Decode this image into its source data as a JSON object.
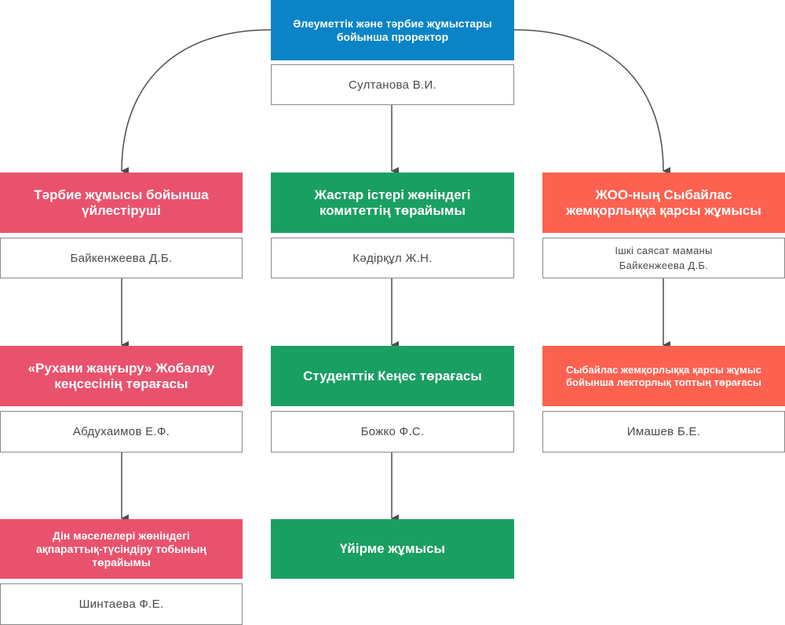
{
  "colors": {
    "top": "#0a84c6",
    "left": "#e9526d",
    "middle": "#1a9f62",
    "right": "#fd6150",
    "connector": "#4d4d4d"
  },
  "top": {
    "title": "Әлеуметтік және тәрбие жұмыстары бойынша проректор",
    "name": "Султанова В.И."
  },
  "left": {
    "level1": {
      "title": "Тәрбие жұмысы бойынша үйлестіруші",
      "name": "Байкенжеева Д.Б."
    },
    "level2": {
      "title": "«Рухани жаңғыру» Жобалау кеңсесінің төрағасы",
      "name": "Абдухаимов Е.Ф."
    },
    "level3": {
      "title": "Дін мәселелері жөніндегі ақпараттық-түсіндіру тобының төрайымы",
      "name": "Шинтаева Ф.Е."
    }
  },
  "middle": {
    "level1": {
      "title": "Жастар істері жөніндегі комитеттің төрайымы",
      "name": "Кәдірқұл Ж.Н."
    },
    "level2": {
      "title": "Студенттік Кеңес төрағасы",
      "name": "Божко Ф.С."
    },
    "level3": {
      "title": "Үйірме жұмысы"
    }
  },
  "right": {
    "level1": {
      "title": "ЖОО-ның Сыбайлас жемқорлыққа қарсы жұмысы",
      "name_line1": "Ішкі саясат маманы",
      "name_line2": "Байкенжеева Д.Б."
    },
    "level2": {
      "title": "Сыбайлас жемқорлыққа қарсы жұмыс бойынша лекторлық топтың төрағасы",
      "name": "Имашев Б.Е."
    }
  }
}
